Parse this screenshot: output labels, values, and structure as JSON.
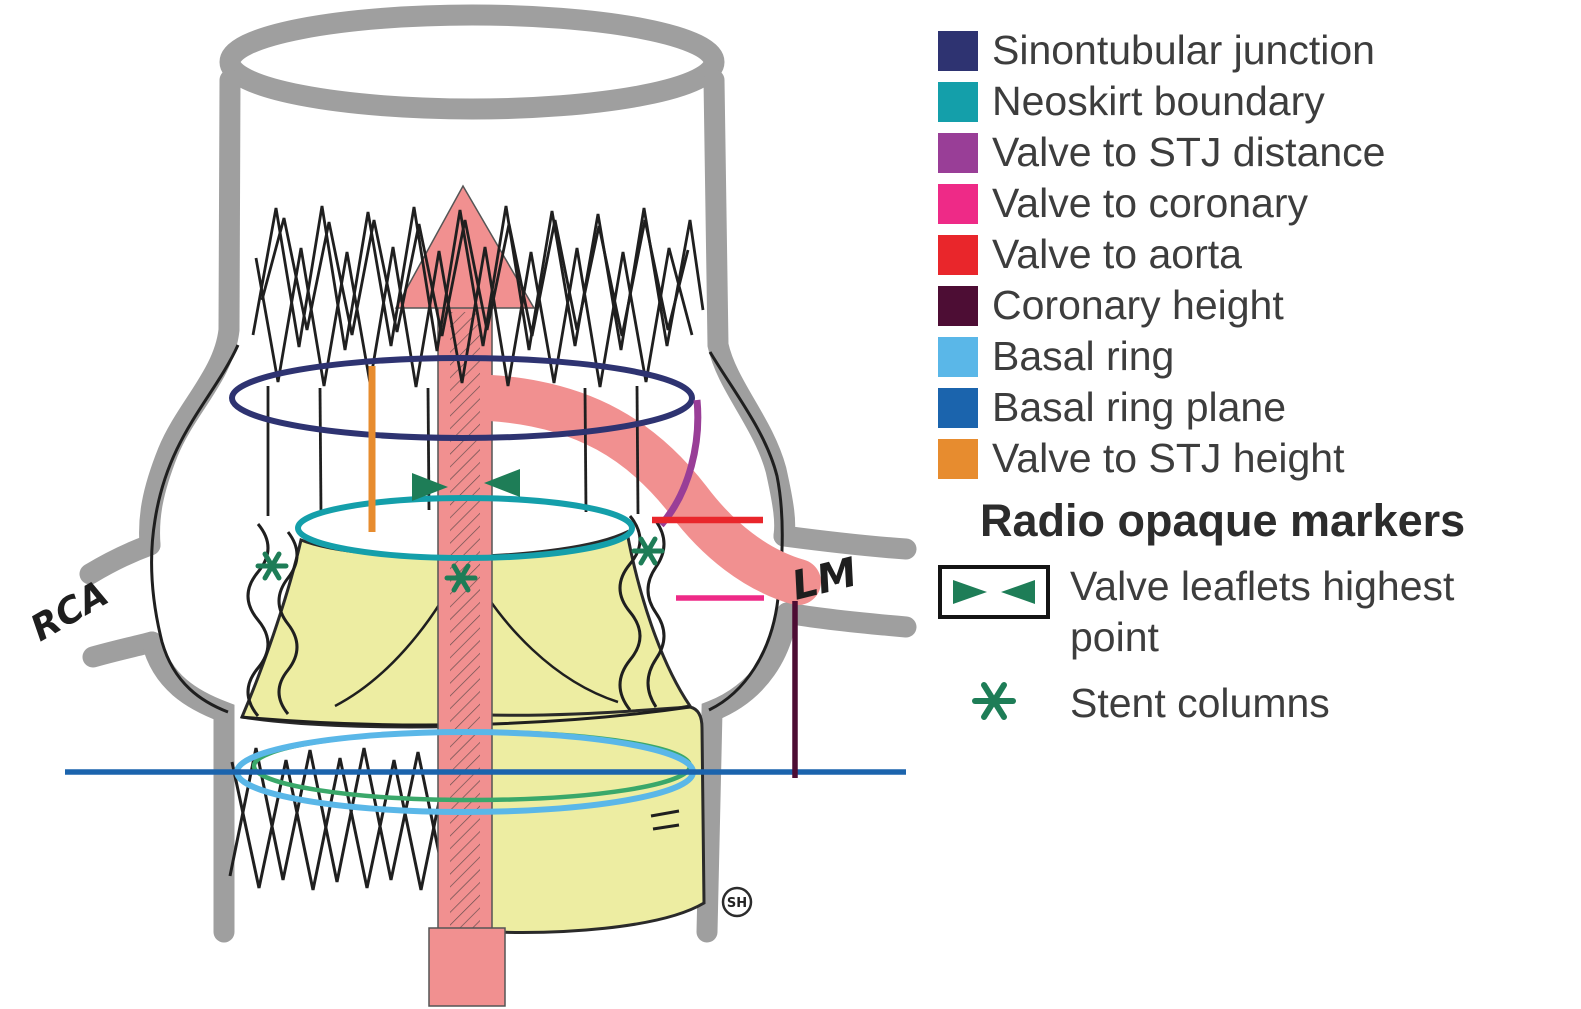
{
  "figure": {
    "labels": {
      "rca": "RCA",
      "lm": "LM",
      "signature": "SH"
    }
  },
  "legend": {
    "items": [
      {
        "label": "Sinontubular junction",
        "color": "#2e3371"
      },
      {
        "label": "Neoskirt boundary",
        "color": "#149faa"
      },
      {
        "label": "Valve to STJ distance",
        "color": "#993e97"
      },
      {
        "label": "Valve to coronary",
        "color": "#ee2a87"
      },
      {
        "label": "Valve to aorta",
        "color": "#e9262b"
      },
      {
        "label": "Coronary height",
        "color": "#4d0d34"
      },
      {
        "label": "Basal ring",
        "color": "#5ab7e8"
      },
      {
        "label": "Basal ring plane",
        "color": "#1b64ad"
      },
      {
        "label": "Valve to STJ height",
        "color": "#e78c2f"
      }
    ],
    "markers_title": "Radio opaque markers",
    "marker_items": [
      {
        "label": "Valve leaflets highest point"
      },
      {
        "label": "Stent columns"
      }
    ]
  },
  "colors": {
    "navy": "#2e3371",
    "teal": "#149faa",
    "purple": "#993e97",
    "magenta": "#ee2a87",
    "red": "#e9262b",
    "maroon": "#4d0d34",
    "lightblue": "#5ab7e8",
    "blue": "#1b64ad",
    "orange": "#e78c2f",
    "green": "#1e7d57",
    "tealgreen": "#3aa86a",
    "salmon": "#f19090",
    "yellow": "#ededa2",
    "gray": "#9f9f9f",
    "ink": "#1f1f1f"
  }
}
